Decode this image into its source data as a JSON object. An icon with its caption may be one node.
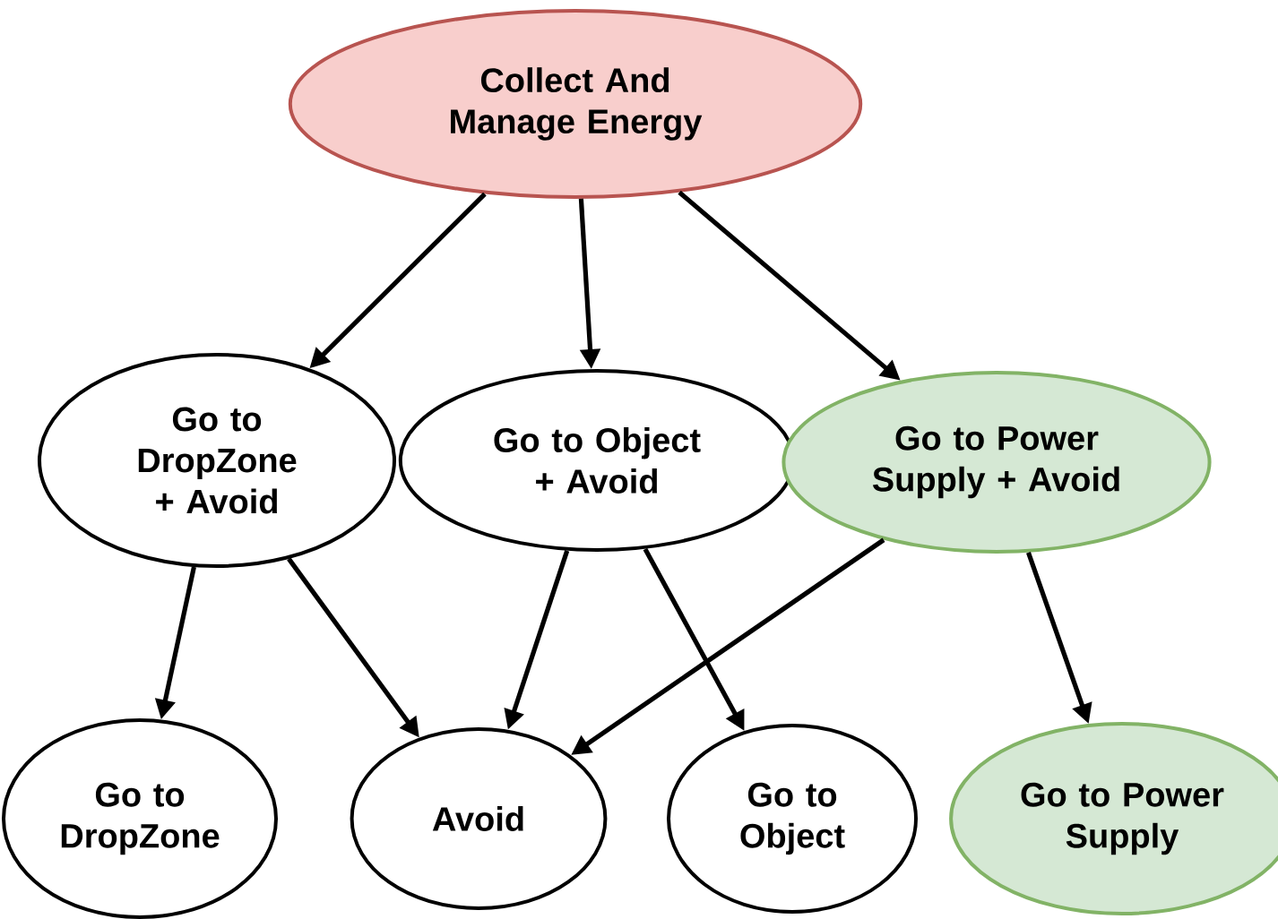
{
  "diagram": {
    "nodes": [
      {
        "text": [
          "Collect And Manage Energy"
        ]
      },
      {
        "text": [
          "Go to DropZone + Avoid"
        ]
      },
      {
        "text": [
          "Go to Object + Avoid"
        ]
      },
      {
        "text": [
          "Go to Power Supply + Avoid"
        ]
      },
      {
        "text": [
          "Go to DropZone"
        ]
      },
      {
        "text": [
          "Avoid"
        ]
      },
      {
        "text": [
          "Go to Object"
        ]
      },
      {
        "text": [
          "Go to Power Supply"
        ]
      }
    ],
    "edges": [
      {
        "from": 0,
        "to": 1,
        "arrow": "to"
      },
      {
        "from": 0,
        "to": 2,
        "arrow": "to"
      },
      {
        "from": 0,
        "to": 3,
        "arrow": "to"
      },
      {
        "from": 1,
        "to": 4,
        "arrow": "to"
      },
      {
        "from": 1,
        "to": 5,
        "arrow": "to"
      },
      {
        "from": 2,
        "to": 5,
        "arrow": "to"
      },
      {
        "from": 2,
        "to": 6,
        "arrow": "to"
      },
      {
        "from": 3,
        "to": 5,
        "arrow": "to"
      },
      {
        "from": 3,
        "to": 7,
        "arrow": "to"
      }
    ]
  }
}
